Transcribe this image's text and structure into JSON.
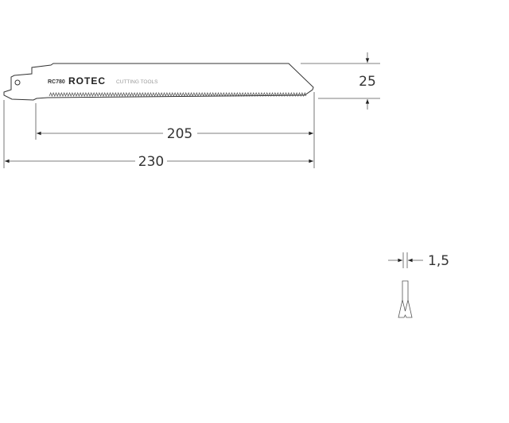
{
  "blade": {
    "model": "RC780",
    "brand": "ROTEC",
    "brand_suffix": "CUTTING TOOLS"
  },
  "dimensions": {
    "cutting_length": "205",
    "total_length": "230",
    "width": "25",
    "thickness": "1,5"
  }
}
